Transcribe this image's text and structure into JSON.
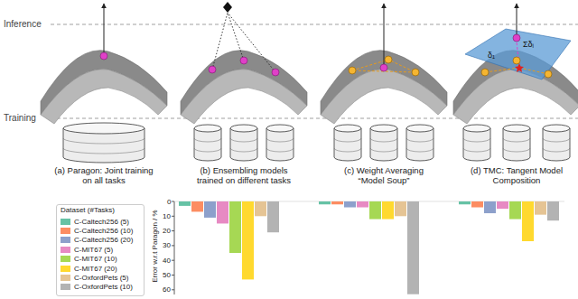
{
  "diagram": {
    "labels": [
      "Inference",
      "Training",
      "(a) Paragon: Joint training on all tasks",
      "(b) Ensembling models trained on different tasks",
      "(c) Weight Averaging “Model Soup”",
      "(d) TMC: Tangent Model Composition",
      "Σδᵢ",
      "δ₁",
      "Error w.r.t Paragon / %",
      "0",
      "10",
      "20",
      "30",
      "40",
      "50",
      "60",
      "Dataset (#Tasks)"
    ],
    "legend": [
      {
        "text": "C-Caltech256 (5)",
        "color": "#66c2a5"
      },
      {
        "text": "C-Caltech256 (10)",
        "color": "#fc8d62"
      },
      {
        "text": "C-Caltech256 (20)",
        "color": "#8da0cb"
      },
      {
        "text": "C-MIT67 (5)",
        "color": "#e78ac3"
      },
      {
        "text": "C-MIT67 (10)",
        "color": "#a6d854"
      },
      {
        "text": "C-MIT67 (20)",
        "color": "#ffd92f"
      },
      {
        "text": "C-OxfordPets (5)",
        "color": "#e5c494"
      },
      {
        "text": "C-OxfordPets (10)",
        "color": "#b3b3b3"
      }
    ]
  }
}
